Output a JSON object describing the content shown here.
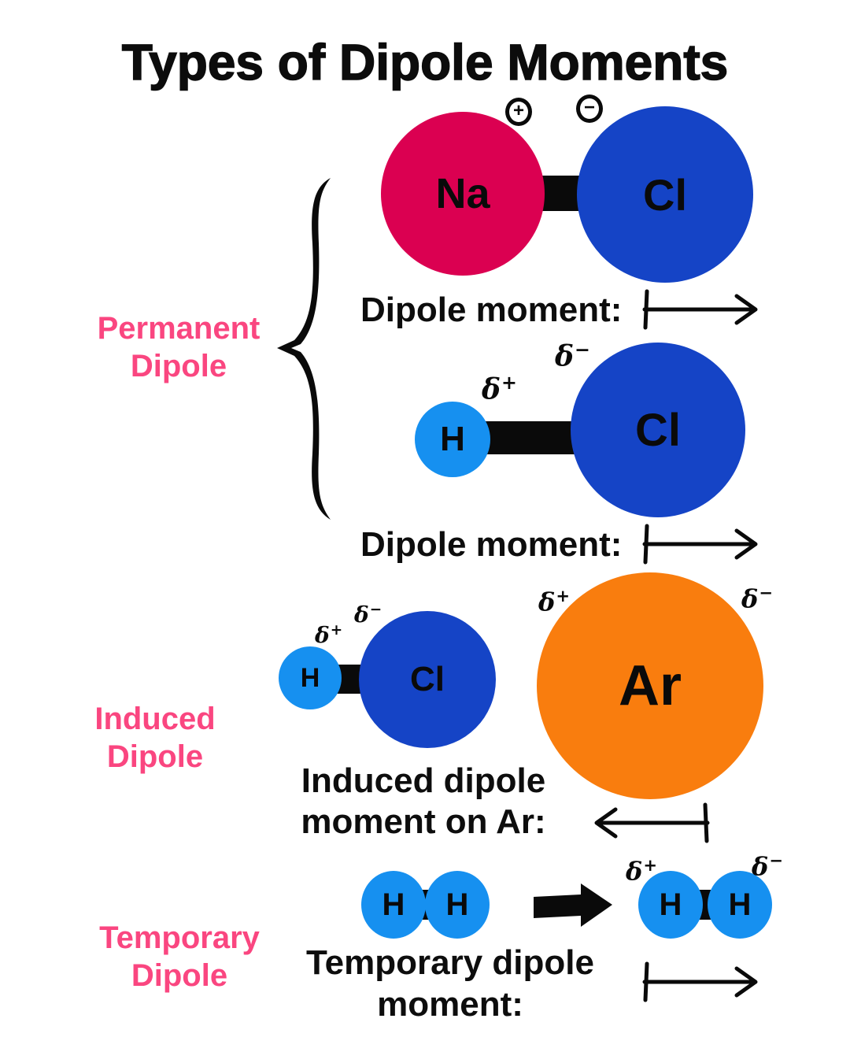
{
  "title": "Types of Dipole Moments",
  "colors": {
    "section_label_pink": "#FA4680",
    "sodium_red": "#DB0051",
    "chlorine_blue": "#1544C6",
    "hydrogen_blue": "#1690F0",
    "argon_orange": "#F97D0E",
    "ink_black": "#0A0A0A"
  },
  "sections": {
    "permanent": {
      "label": [
        "Permanent",
        "Dipole"
      ],
      "nacl": {
        "atom_left": "Na",
        "atom_right": "Cl",
        "charge_plus": "+",
        "charge_minus": "−"
      },
      "nacl_caption": "Dipole moment:",
      "hcl": {
        "atom_left": "H",
        "atom_right": "Cl",
        "delta": "δ",
        "delta_plus_sign": "+",
        "delta_minus_sign": "−"
      },
      "hcl_caption": "Dipole moment:"
    },
    "induced": {
      "label": [
        "Induced",
        "Dipole"
      ],
      "hcl": {
        "atom_left": "H",
        "atom_right": "Cl",
        "delta": "δ",
        "delta_plus_sign": "+",
        "delta_minus_sign": "−"
      },
      "ar": {
        "atom": "Ar",
        "delta": "δ",
        "delta_plus_sign": "+",
        "delta_minus_sign": "−"
      },
      "caption": [
        "Induced dipole",
        "moment on Ar:"
      ]
    },
    "temporary": {
      "label": [
        "Temporary",
        "Dipole"
      ],
      "h2_left": {
        "atom_left": "H",
        "atom_right": "H"
      },
      "h2_right": {
        "atom_left": "H",
        "atom_right": "H",
        "delta": "δ",
        "delta_plus_sign": "+",
        "delta_minus_sign": "−"
      },
      "caption": [
        "Temporary dipole",
        "moment:"
      ]
    }
  }
}
